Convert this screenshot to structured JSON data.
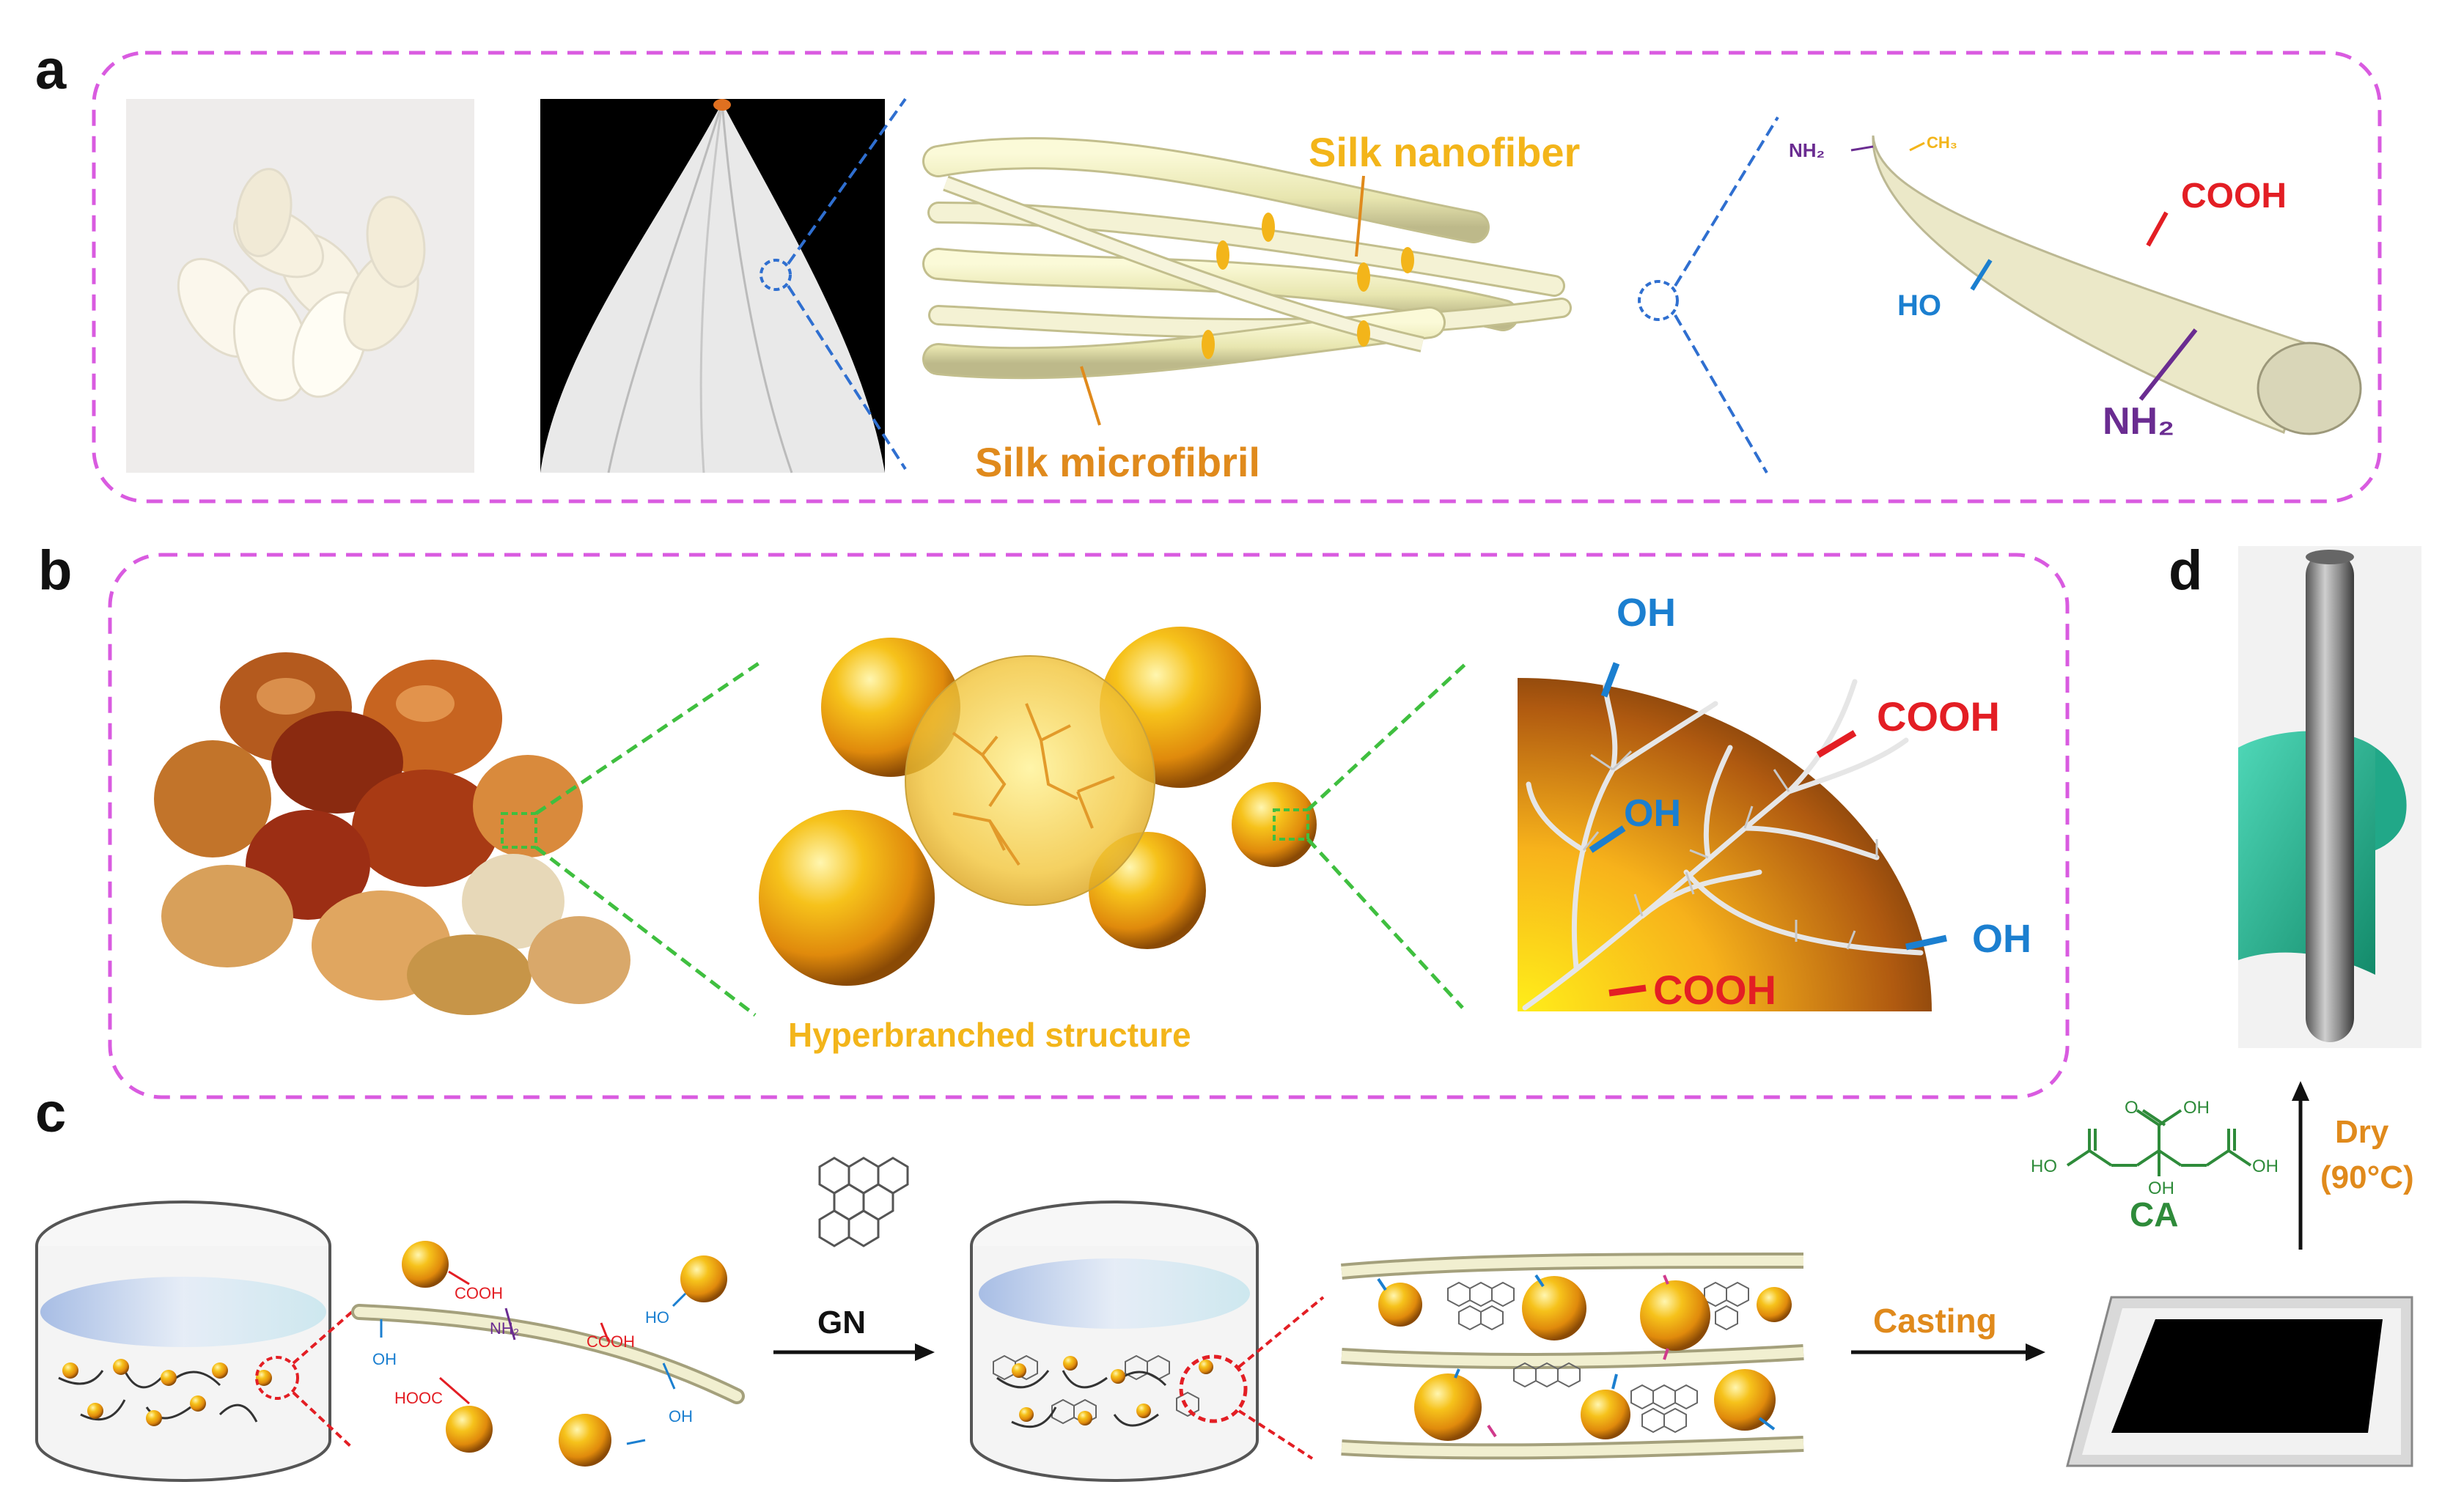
{
  "panels": {
    "a": {
      "letter": "a",
      "silk_nanofiber": "Silk nanofiber",
      "silk_microfibril": "Silk microfibril",
      "groups": {
        "nh2_small": "NH₂",
        "ch3_small": "CH₃",
        "cooh": "COOH",
        "ho": "HO",
        "nh2": "NH₂"
      }
    },
    "b": {
      "letter": "b",
      "hyperbranched": "Hyperbranched structure",
      "groups": {
        "oh_top": "OH",
        "cooh_right": "COOH",
        "oh_mid": "OH",
        "oh_right": "OH",
        "cooh_bottom": "COOH"
      }
    },
    "c": {
      "letter": "c",
      "gn": "GN",
      "casting": "Casting",
      "ca": "CA",
      "dry": "Dry",
      "dry_temp": "(90°C)",
      "groups": {
        "cooh1": "COOH",
        "nh2": "NH₂",
        "cooh2": "COOH",
        "ho": "HO",
        "oh1": "OH",
        "hooc": "HOOC",
        "oh2": "OH"
      },
      "ca_groups": {
        "oh_top": "OH",
        "o_top": "O",
        "ho_left": "HO",
        "oh_right": "OH",
        "oh_center": "OH"
      }
    },
    "d": {
      "letter": "d"
    }
  },
  "colors": {
    "panel_border": "#d95be0",
    "green_dash": "#3fbf3f",
    "blue_dash": "#2f6fd0",
    "orange_text": "#e08a1c",
    "gold_text": "#f3b51a",
    "red_text": "#e31e24",
    "blue_text": "#1b7fd0",
    "purple_text": "#6a2c91",
    "green_text": "#2e8b3a"
  },
  "icons": [
    "silk-cocoon-photo",
    "silk-fiber-photo",
    "gum-arabic-photo",
    "film-tube-photo",
    "graphene-icon",
    "beaker-icon",
    "film-frame-icon"
  ]
}
